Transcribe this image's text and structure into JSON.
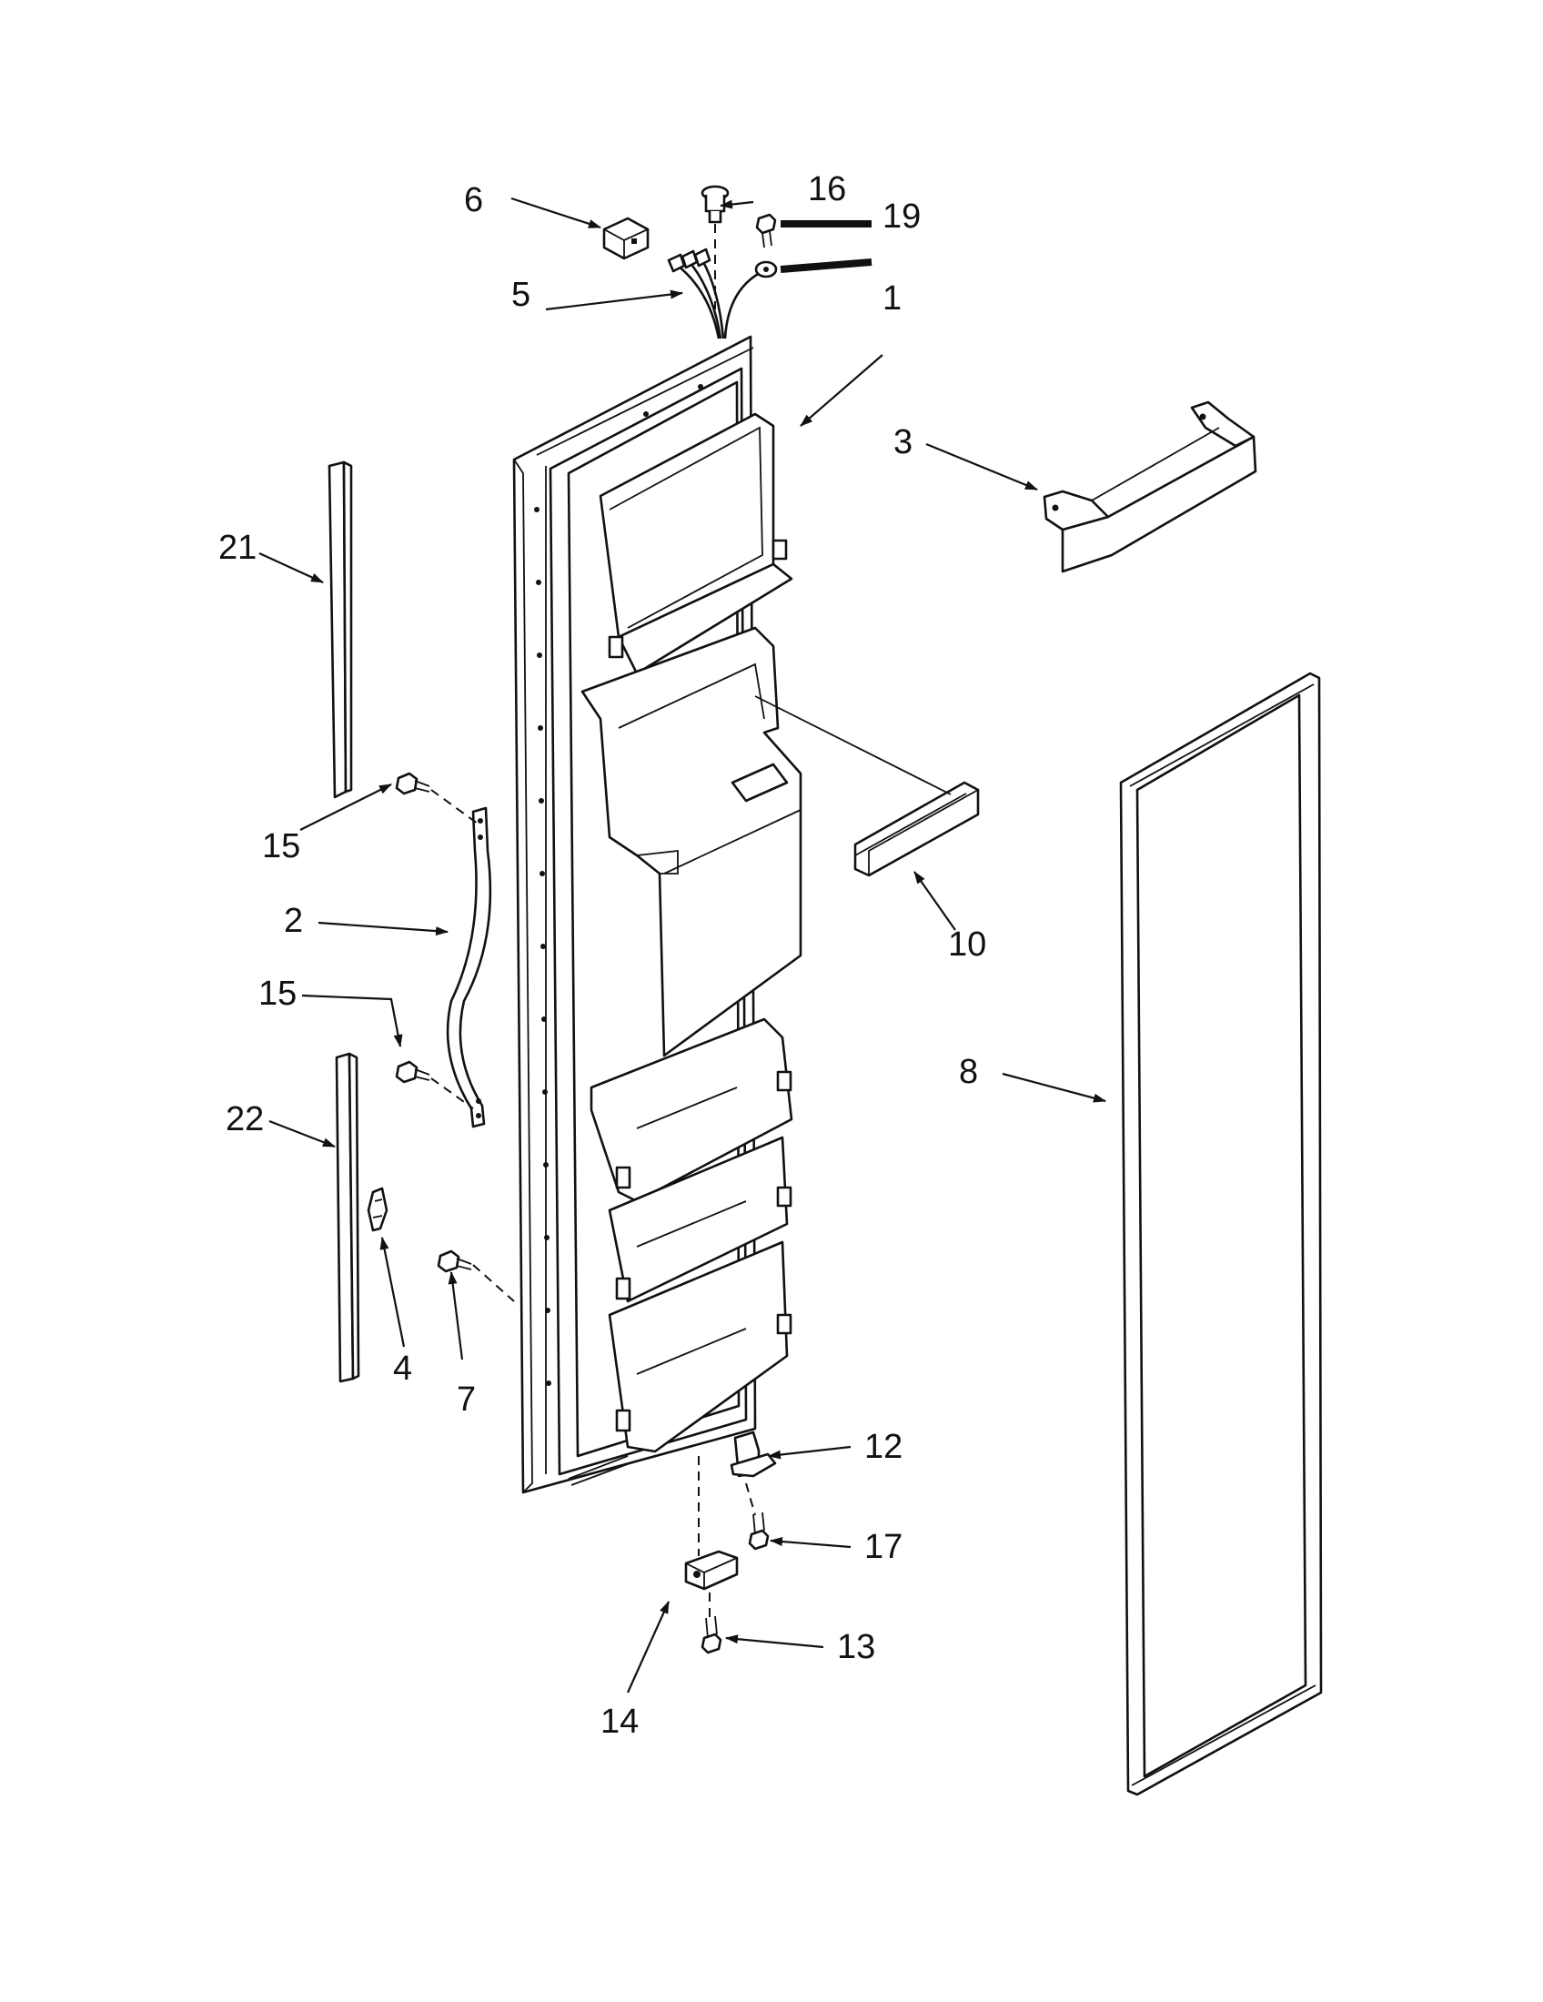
{
  "callouts": [
    {
      "id": "c1",
      "label": "1"
    },
    {
      "id": "c2",
      "label": "2"
    },
    {
      "id": "c3",
      "label": "3"
    },
    {
      "id": "c4",
      "label": "4"
    },
    {
      "id": "c5",
      "label": "5"
    },
    {
      "id": "c6",
      "label": "6"
    },
    {
      "id": "c7",
      "label": "7"
    },
    {
      "id": "c8",
      "label": "8"
    },
    {
      "id": "c10",
      "label": "10"
    },
    {
      "id": "c12",
      "label": "12"
    },
    {
      "id": "c13",
      "label": "13"
    },
    {
      "id": "c14",
      "label": "14"
    },
    {
      "id": "c15a",
      "label": "15"
    },
    {
      "id": "c15b",
      "label": "15"
    },
    {
      "id": "c16",
      "label": "16"
    },
    {
      "id": "c17",
      "label": "17"
    },
    {
      "id": "c19",
      "label": "19"
    },
    {
      "id": "c21",
      "label": "21"
    },
    {
      "id": "c22",
      "label": "22"
    }
  ]
}
